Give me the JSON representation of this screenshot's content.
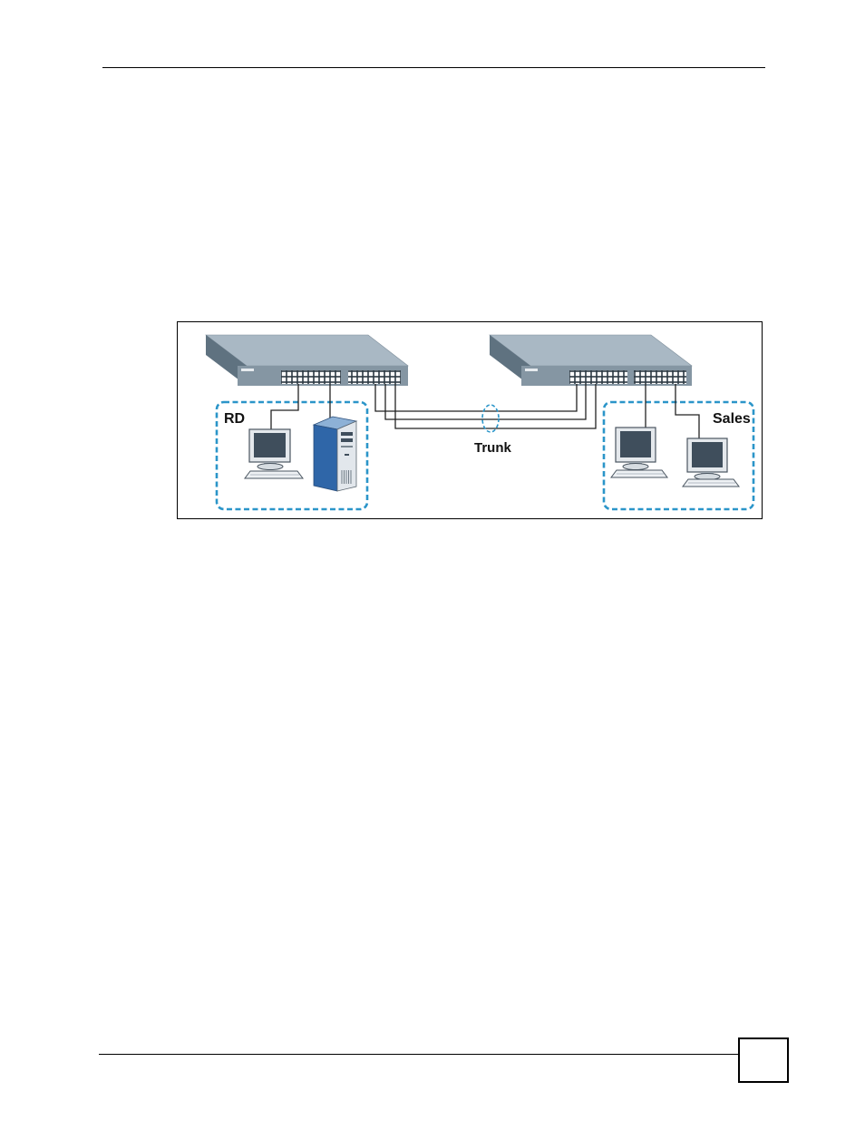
{
  "figure": {
    "groups": {
      "left": "RD",
      "right": "Sales"
    },
    "link_label": "Trunk",
    "colors": {
      "switch_top": "#a9b8c4",
      "switch_side": "#5f7280",
      "switch_face": "#8596a3",
      "group_border": "#2b95c9",
      "server_blue": "#2f66a8"
    }
  },
  "page_number": ""
}
